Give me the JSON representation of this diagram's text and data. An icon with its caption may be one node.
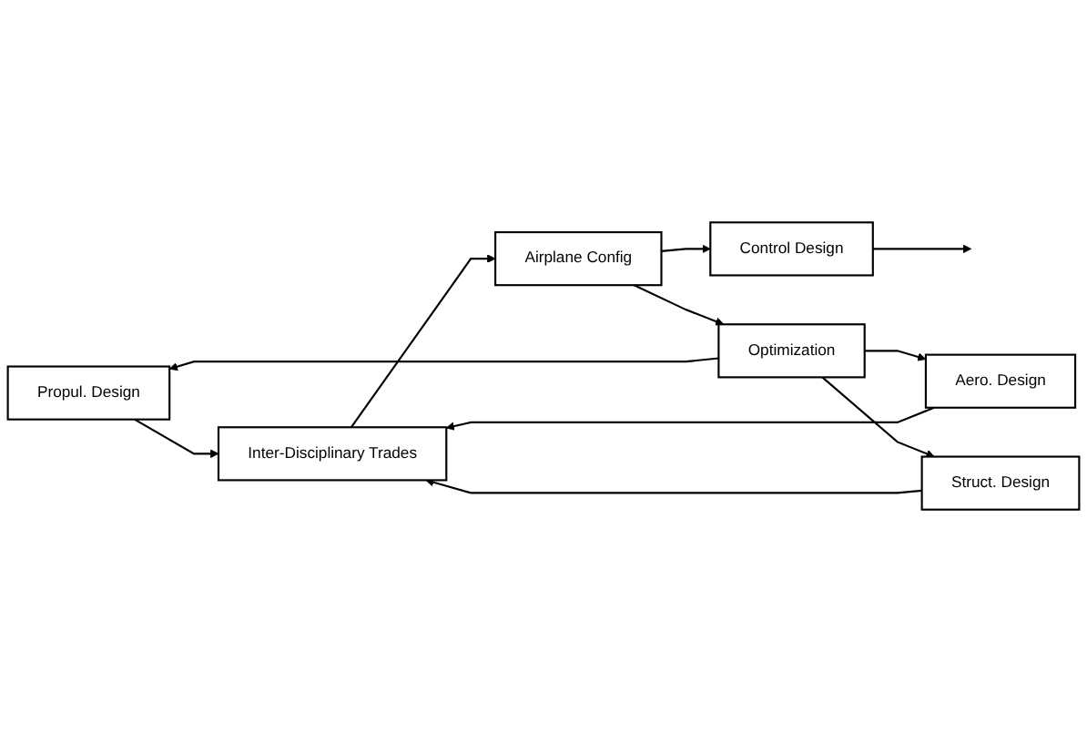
{
  "diagram": {
    "nodes": [
      {
        "text": [
          "Propul. Design"
        ]
      },
      {
        "text": [
          "Aero. Design"
        ]
      },
      {
        "text": [
          "Struct. Design"
        ]
      },
      {
        "text": [
          "Inter-Disciplinary Trades"
        ]
      },
      {
        "text": [
          "Airplane Config"
        ]
      },
      {
        "text": [
          "Control Design"
        ]
      },
      {
        "text": [
          "Optimization"
        ]
      }
    ],
    "edges": [
      {
        "from": 6,
        "to": 0,
        "arrow": "to"
      },
      {
        "from": 6,
        "to": 1,
        "arrow": "to"
      },
      {
        "from": 6,
        "to": 2,
        "arrow": "to"
      },
      {
        "from": 0,
        "to": 3,
        "arrow": "to"
      },
      {
        "from": 1,
        "to": 3,
        "arrow": "to"
      },
      {
        "from": 2,
        "to": 3,
        "arrow": "to"
      },
      {
        "from": 3,
        "to": 4,
        "arrow": "to"
      },
      {
        "from": 4,
        "to": 5,
        "arrow": "to"
      },
      {
        "from": 5,
        "to": null,
        "arrow": "to"
      },
      {
        "from": 4,
        "to": 6,
        "arrow": "to"
      }
    ]
  }
}
